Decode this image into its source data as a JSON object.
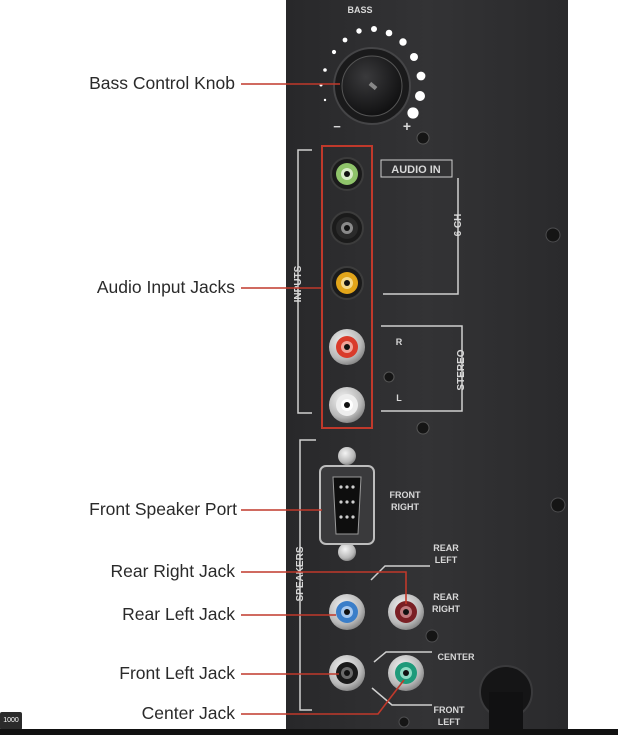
{
  "callouts": [
    {
      "id": "bass",
      "text": "Bass Control Knob"
    },
    {
      "id": "inputs",
      "text": "Audio Input Jacks"
    },
    {
      "id": "front-port",
      "text": "Front Speaker Port"
    },
    {
      "id": "rear-right",
      "text": "Rear Right Jack"
    },
    {
      "id": "rear-left",
      "text": "Rear Left Jack"
    },
    {
      "id": "front-left",
      "text": "Front Left Jack"
    },
    {
      "id": "center",
      "text": "Center Jack"
    }
  ],
  "panel": {
    "bass": "BASS",
    "minus": "−",
    "plus": "+",
    "audio_in": "AUDIO IN",
    "six_ch": "6 CH",
    "inputs": "INPUTS",
    "stereo": "STEREO",
    "r": "R",
    "l": "L",
    "speakers": "SPEAKERS",
    "front_right_1": "FRONT",
    "front_right_2": "RIGHT",
    "rear_left_1": "REAR",
    "rear_left_2": "LEFT",
    "rear_right_1": "REAR",
    "rear_right_2": "RIGHT",
    "center": "CENTER",
    "front_left_1": "FRONT",
    "front_left_2": "LEFT"
  },
  "badge": "1000",
  "colors": {
    "panel": "#2f2f31",
    "label_box": "#c0392b",
    "jack_green": "#8fc46a",
    "jack_black": "#1a1a1a",
    "jack_yellow": "#e2a51a",
    "jack_red": "#d93b2b",
    "jack_white": "#eeeeee",
    "jack_blue": "#3a7ec9",
    "jack_maroon": "#7a1f24",
    "jack_teal": "#1e9a7a"
  }
}
